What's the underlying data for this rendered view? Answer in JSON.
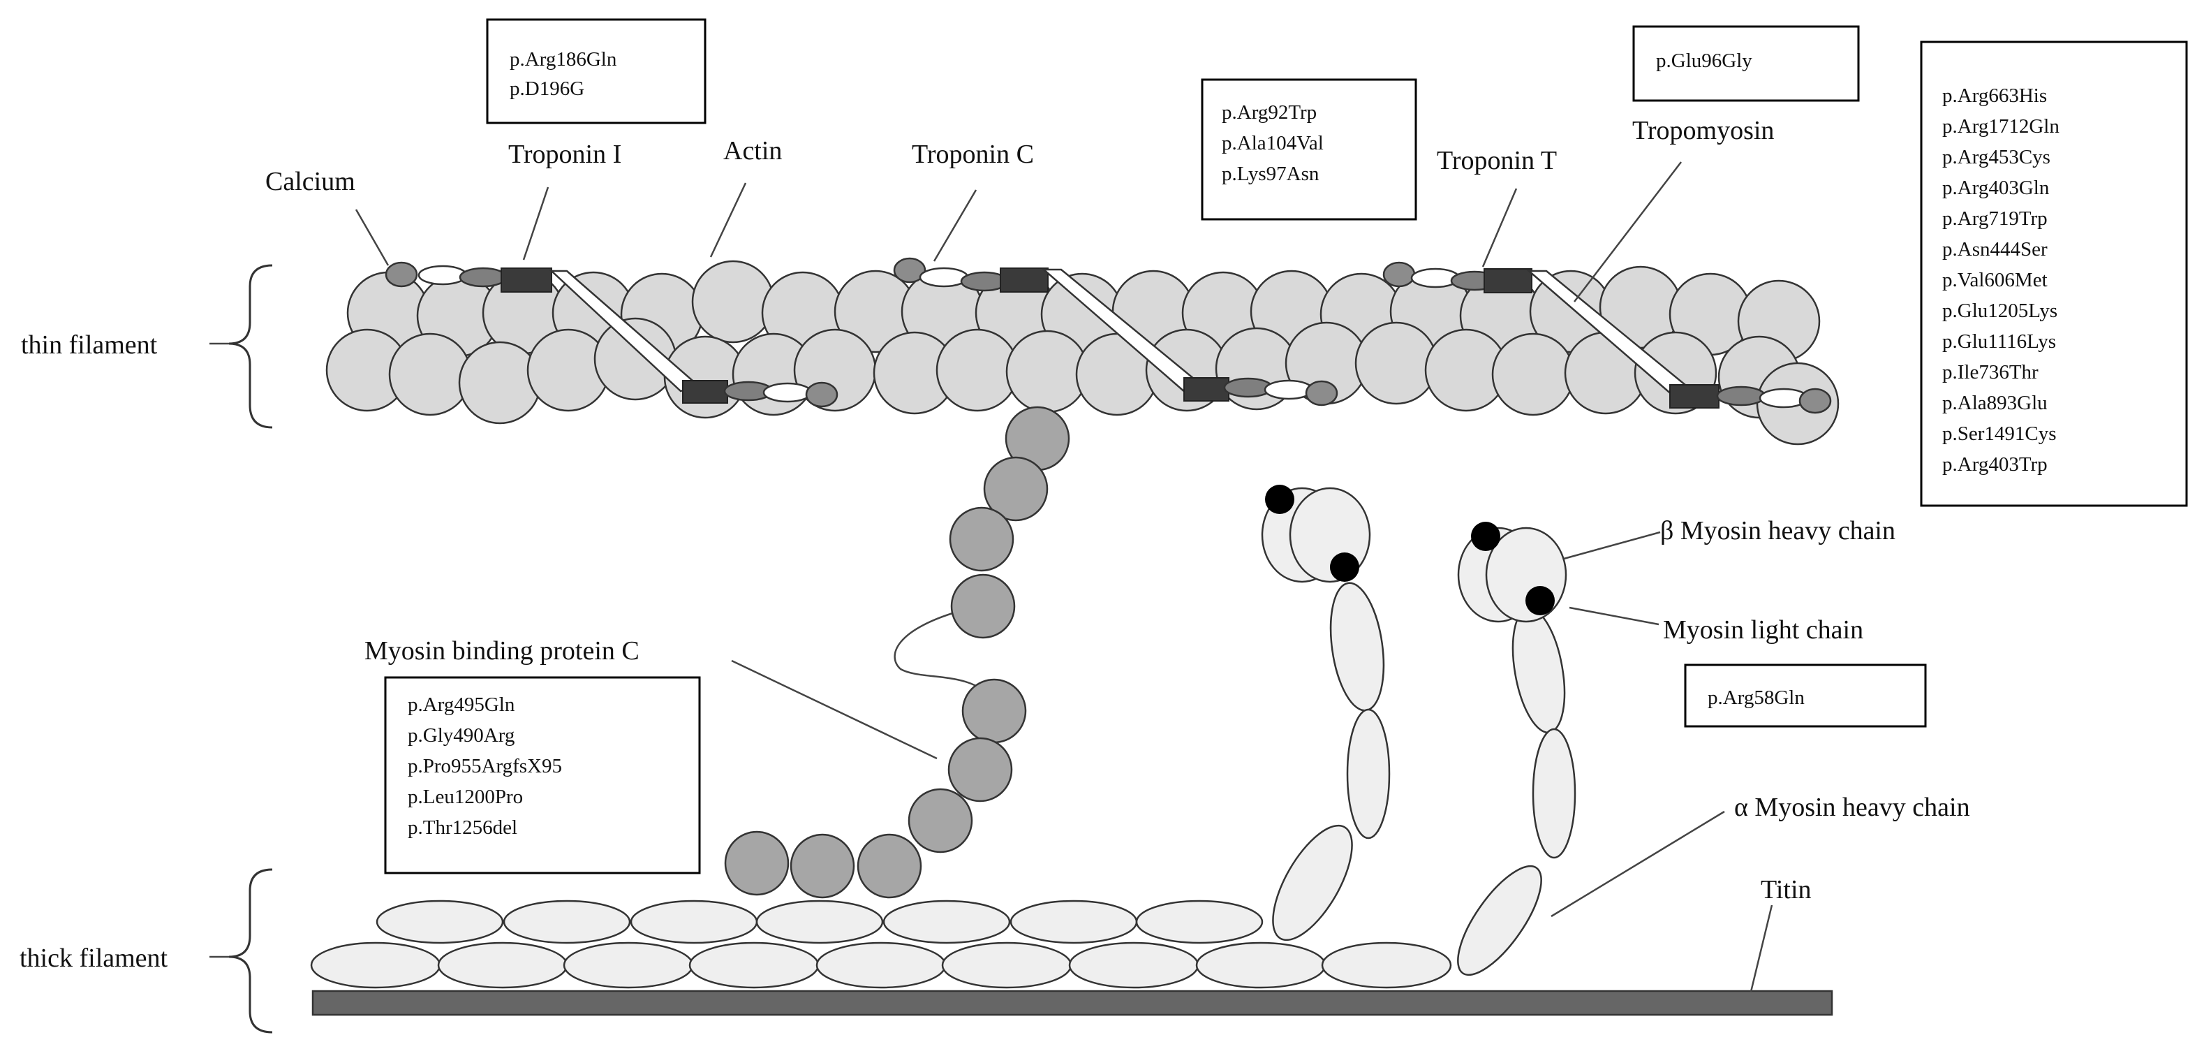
{
  "side_labels": {
    "thin_filament": "thin filament",
    "thick_filament": "thick filament"
  },
  "protein_labels": {
    "calcium": "Calcium",
    "troponin_i": "Troponin I",
    "actin": "Actin",
    "troponin_c": "Troponin C",
    "troponin_t": "Troponin T",
    "tropomyosin": "Tropomyosin",
    "beta_myosin_heavy_chain": "β Myosin heavy chain",
    "myosin_light_chain": "Myosin light chain",
    "myosin_binding_protein_c": "Myosin binding protein C",
    "alpha_myosin_heavy_chain": "α Myosin heavy chain",
    "titin": "Titin"
  },
  "mutation_boxes": {
    "troponin_i": [
      "p.Arg186Gln",
      "p.D196G"
    ],
    "troponin_c": [
      "p.Arg92Trp",
      "p.Ala104Val",
      "p.Lys97Asn"
    ],
    "troponin_t": [
      "p.Glu96Gly"
    ],
    "beta_myosin": [
      "p.Arg663His",
      "p.Arg1712Gln",
      "p.Arg453Cys",
      "p.Arg403Gln",
      "p.Arg719Trp",
      "p.Asn444Ser",
      "p.Val606Met",
      "p.Glu1205Lys",
      "p.Glu1116Lys",
      "p.Ile736Thr",
      "p.Ala893Glu",
      "p.Ser1491Cys",
      "p.Arg403Trp"
    ],
    "myosin_light_chain": [
      "p.Arg58Gln"
    ],
    "mybpc": [
      "p.Arg495Gln",
      "p.Gly490Arg",
      "p.Pro955ArgfsX95",
      "p.Leu1200Pro",
      "p.Thr1256del"
    ]
  },
  "colors": {
    "actin_fill": "#d9d9d9",
    "mybpc_fill": "#a6a6a6",
    "thick_filament_fill": "#efefef",
    "titin_fill": "#666666",
    "troponin_dark": "#3a3a3a",
    "light_chain_dot": "#000000"
  }
}
